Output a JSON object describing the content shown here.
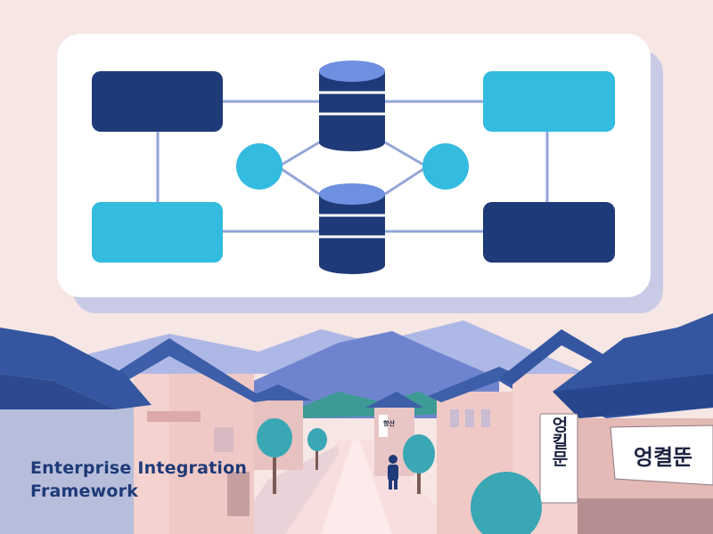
{
  "caption": {
    "line1": "Enterprise Integration",
    "line2": "Framework"
  },
  "signs": {
    "vertical_left": "엉킬문",
    "horizontal_right": "엉켤뚠",
    "distant": "향산"
  },
  "colors": {
    "background": "#f6e6e4",
    "panel": "#ffffff",
    "panel_shadow": "#c9cbe6",
    "navy": "#1f3a78",
    "cyan": "#33bbe0",
    "connector": "#93a6d8",
    "roof_blue": "#3d5ea8",
    "wall_pink": "#f0c9c6",
    "mountain": "#5b72c4",
    "tree": "#3aa7b4"
  },
  "icons": [
    "database-icon",
    "node-circle-icon"
  ]
}
